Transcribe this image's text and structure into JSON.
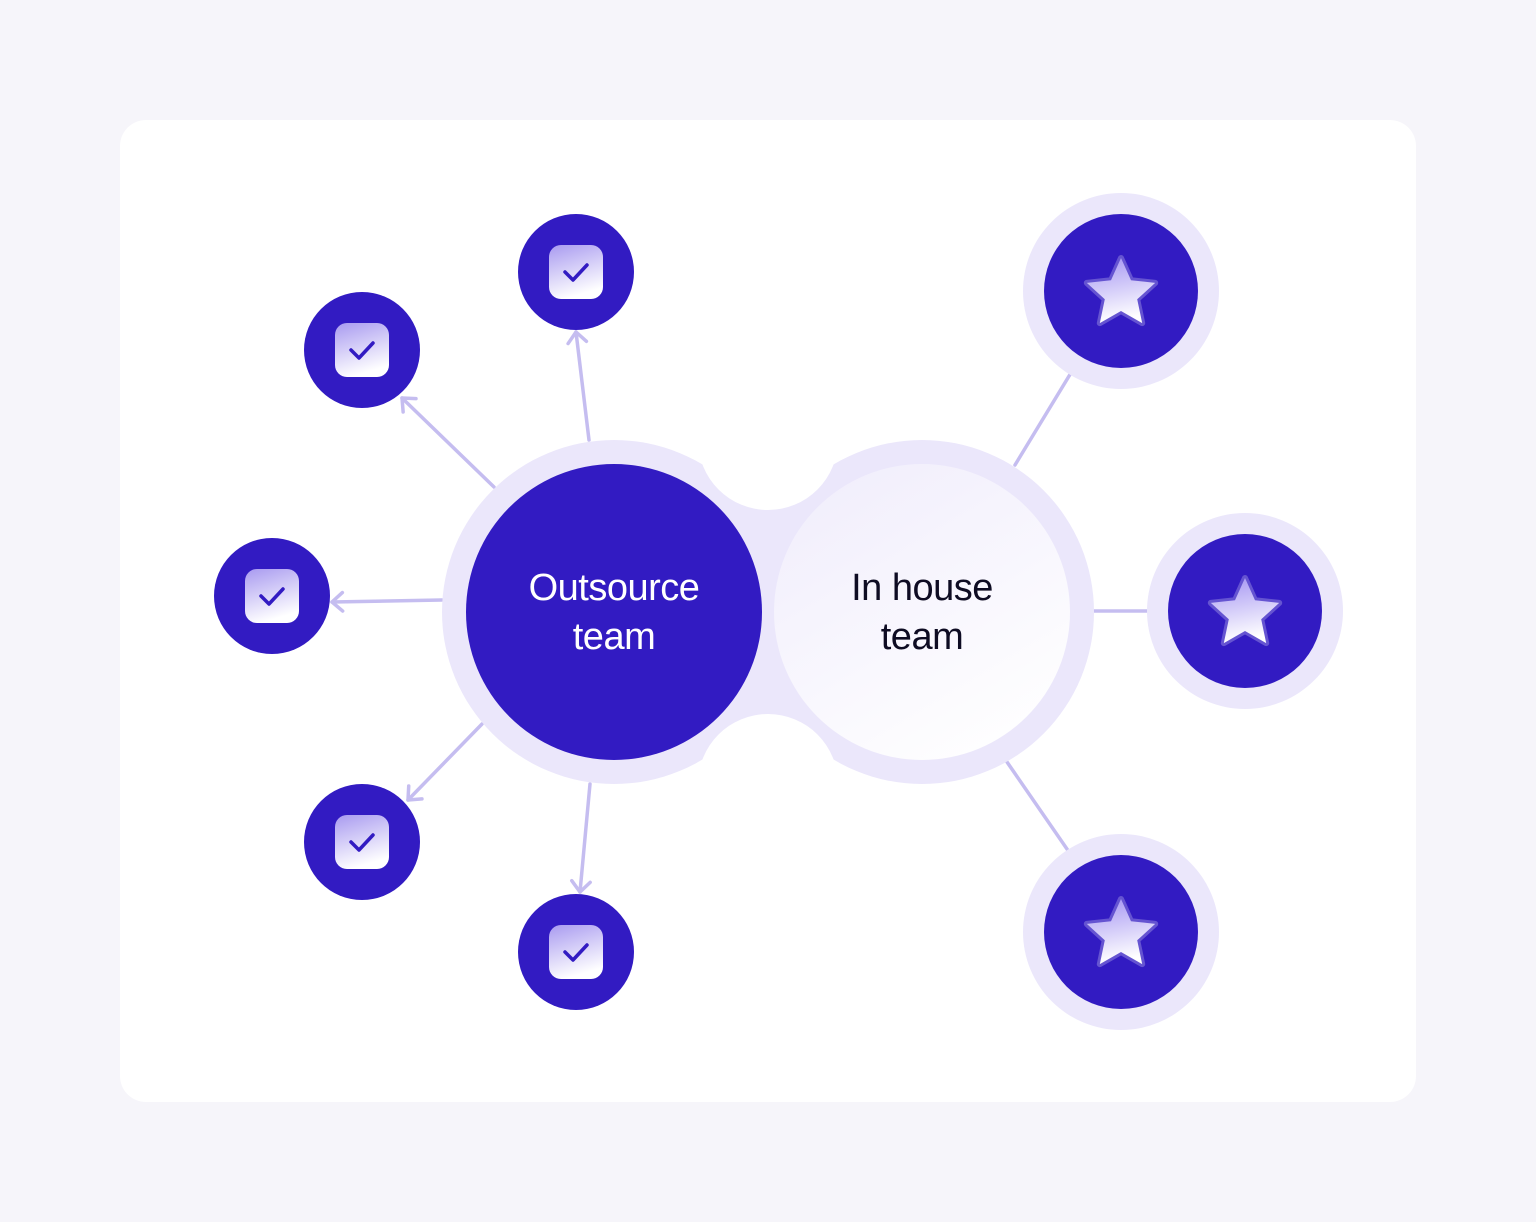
{
  "colors": {
    "page_bg": "#f6f5fa",
    "card_bg": "#ffffff",
    "primary": "#321bc2",
    "halo": "#ebe7fb",
    "arrow": "#c5bdf0",
    "inhouse_text": "#0e0c23",
    "outsource_text": "#ffffff"
  },
  "hubs": {
    "outsource": {
      "line1": "Outsource",
      "line2": "team"
    },
    "inhouse": {
      "line1": "In house",
      "line2": "team"
    }
  },
  "outsource_nodes": [
    {
      "id": "task-top",
      "icon": "check-icon"
    },
    {
      "id": "task-upper-left",
      "icon": "check-icon"
    },
    {
      "id": "task-left",
      "icon": "check-icon"
    },
    {
      "id": "task-lower-left",
      "icon": "check-icon"
    },
    {
      "id": "task-bottom",
      "icon": "check-icon"
    }
  ],
  "inhouse_nodes": [
    {
      "id": "star-top",
      "icon": "star-icon"
    },
    {
      "id": "star-right",
      "icon": "star-icon"
    },
    {
      "id": "star-bottom",
      "icon": "star-icon"
    }
  ]
}
